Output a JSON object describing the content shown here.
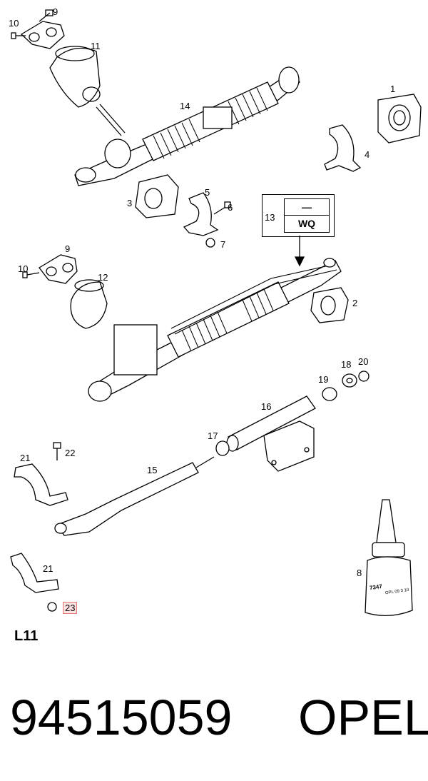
{
  "callouts": [
    {
      "id": "c1",
      "text": "1"
    },
    {
      "id": "c2",
      "text": "2"
    },
    {
      "id": "c3",
      "text": "3"
    },
    {
      "id": "c4",
      "text": "4"
    },
    {
      "id": "c5",
      "text": "5"
    },
    {
      "id": "c6",
      "text": "6"
    },
    {
      "id": "c7",
      "text": "7"
    },
    {
      "id": "c8",
      "text": "8"
    },
    {
      "id": "c9a",
      "text": "9"
    },
    {
      "id": "c9b",
      "text": "9"
    },
    {
      "id": "c10a",
      "text": "10"
    },
    {
      "id": "c10b",
      "text": "10"
    },
    {
      "id": "c11",
      "text": "11"
    },
    {
      "id": "c12",
      "text": "12"
    },
    {
      "id": "c14",
      "text": "14"
    },
    {
      "id": "c15",
      "text": "15"
    },
    {
      "id": "c16",
      "text": "16"
    },
    {
      "id": "c17",
      "text": "17"
    },
    {
      "id": "c18",
      "text": "18"
    },
    {
      "id": "c19",
      "text": "19"
    },
    {
      "id": "c20",
      "text": "20"
    },
    {
      "id": "c21a",
      "text": "21"
    },
    {
      "id": "c21b",
      "text": "21"
    },
    {
      "id": "c22",
      "text": "22"
    },
    {
      "id": "c23",
      "text": "23",
      "highlighted": true
    }
  ],
  "box13": {
    "number": "13",
    "top_symbol": "—",
    "code": "WQ"
  },
  "bottle_label": {
    "line1": "7347",
    "line2": "OPL 09 3 10"
  },
  "group_label": "L11",
  "footer": {
    "part_number": "94515059",
    "brand": "OPEL"
  },
  "colors": {
    "line": "#000000",
    "highlight_border": "#e57373",
    "highlight_fill": "#fde2e2"
  }
}
